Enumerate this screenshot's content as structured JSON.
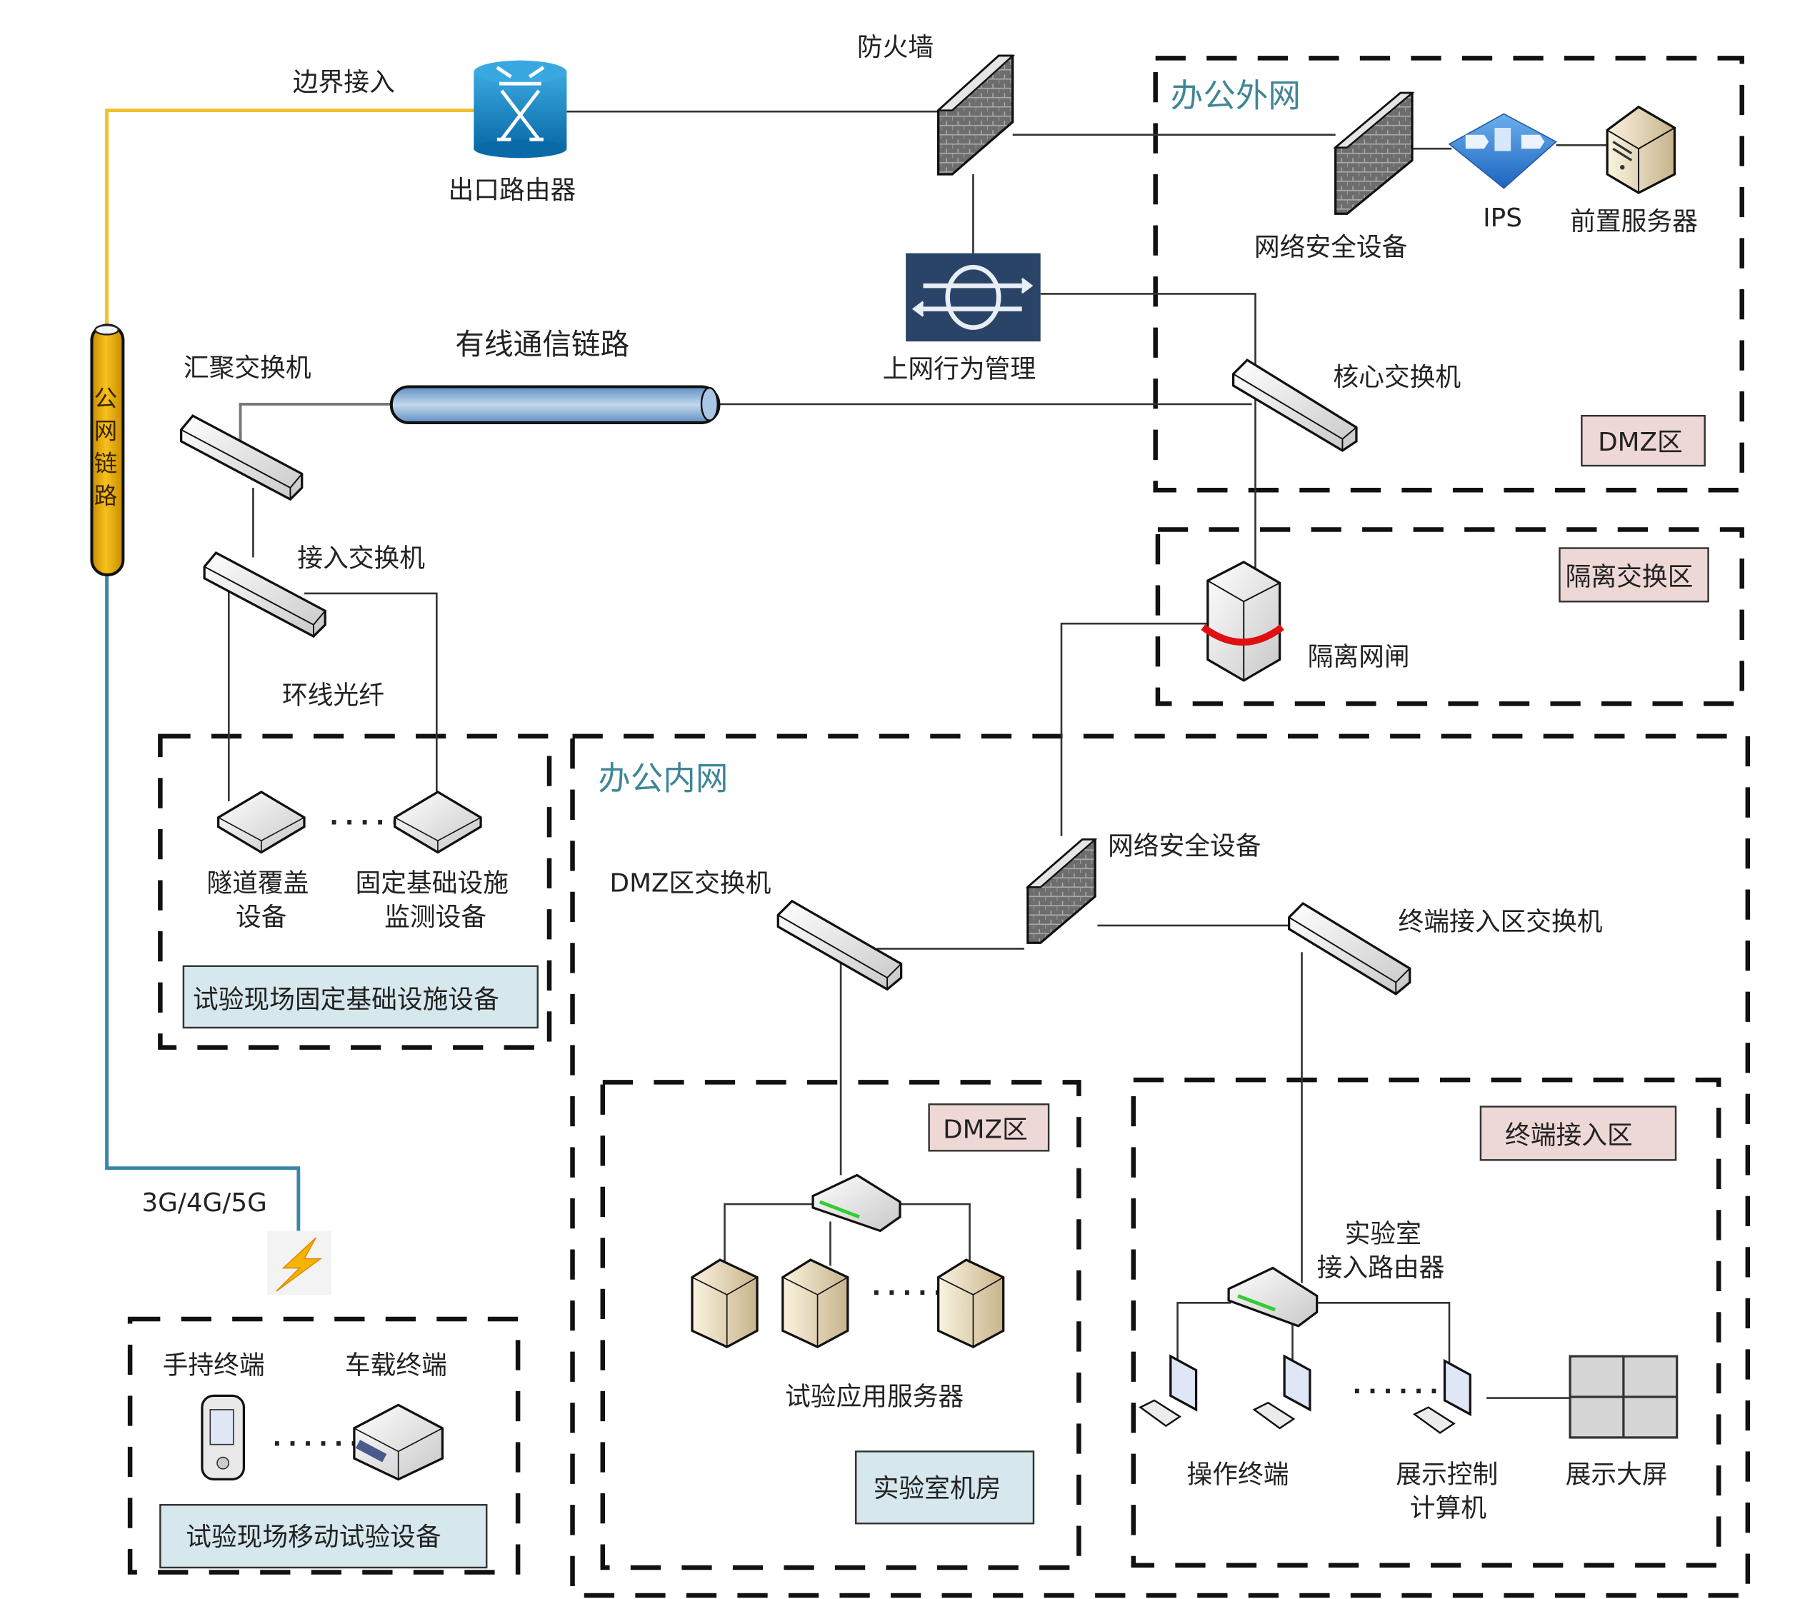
{
  "zones": {
    "office_external": {
      "title": "办公外网",
      "tag": "DMZ区"
    },
    "isolation": {
      "tag": "隔离交换区"
    },
    "office_internal": {
      "title": "办公内网"
    },
    "inner_dmz": {
      "tag": "DMZ区",
      "footer": "实验室机房"
    },
    "terminal_access": {
      "tag": "终端接入区"
    },
    "fixed_site": {
      "footer": "试验现场固定基础设施设备"
    },
    "mobile_site": {
      "footer": "试验现场移动试验设备"
    }
  },
  "links": {
    "border_access": "边界接入",
    "public_network": [
      "公",
      "网",
      "链",
      "路"
    ],
    "wired_link": "有线通信链路",
    "ring_fiber": "环线光纤",
    "cellular": "3G/4G/5G",
    "ellipsis": "......"
  },
  "devices": {
    "egress_router": "出口路由器",
    "firewall": "防火墙",
    "behavior_mgmt": "上网行为管理",
    "ext_security": "网络安全设备",
    "ips": "IPS",
    "front_server": "前置服务器",
    "core_switch": "核心交换机",
    "gatekeeper": "隔离网闸",
    "agg_switch": "汇聚交换机",
    "access_switch": "接入交换机",
    "tunnel_device": [
      "隧道覆盖",
      "设备"
    ],
    "monitor_device": [
      "固定基础设施",
      "监测设备"
    ],
    "int_security": "网络安全设备",
    "dmz_switch": "DMZ区交换机",
    "terminal_switch": "终端接入区交换机",
    "app_servers": "试验应用服务器",
    "lab_router": [
      "实验室",
      "接入路由器"
    ],
    "operator_terminal": "操作终端",
    "display_computer": [
      "展示控制",
      "计算机"
    ],
    "display_wall": "展示大屏",
    "handheld": "手持终端",
    "vehicle": "车载终端"
  },
  "colors": {
    "zone_title": "#3f8696",
    "dmz_tag_bg": "#eed8d6",
    "footer_bg": "#d6e8ee",
    "public_pipe": "#e8a800",
    "border_line": "#f0c030",
    "cellular_line": "#3a86a8",
    "wired_pipe": "#8fb4d8"
  }
}
